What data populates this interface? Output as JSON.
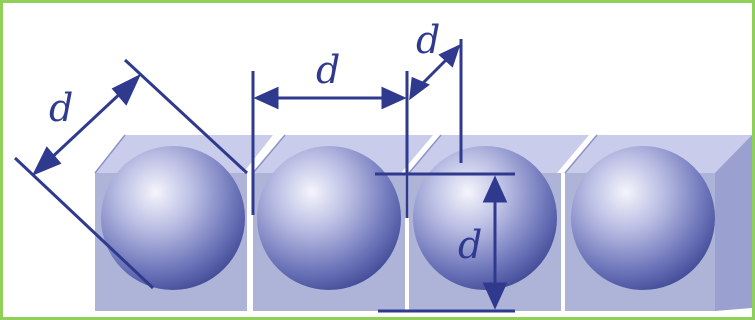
{
  "diagram": {
    "labels": {
      "diagonal": "d",
      "gap_horizontal": "d",
      "small_top": "d",
      "vertical": "d"
    },
    "colors": {
      "border": "#8fcf5a",
      "line": "#2f3a8f",
      "cube_front": "#aeb3d8",
      "cube_top": "#c9cceb",
      "sphere_light": "#f4f5fc",
      "sphere_dark": "#3c4591"
    },
    "cube_count": 4
  }
}
